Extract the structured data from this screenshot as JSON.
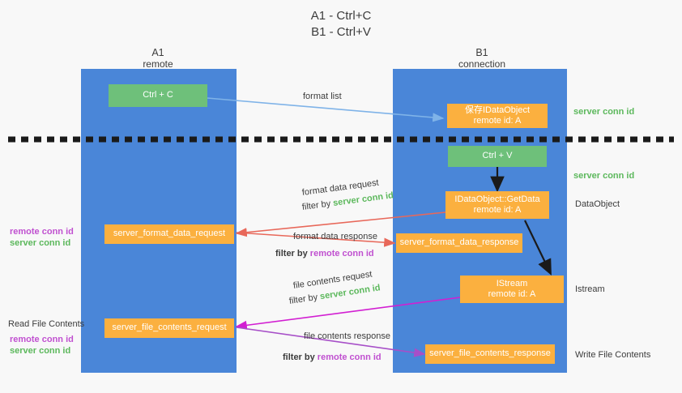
{
  "title": {
    "line1": "A1 - Ctrl+C",
    "line2": "B1 - Ctrl+V"
  },
  "lanes": [
    {
      "id": "a1",
      "name": "A1",
      "sub": "remote"
    },
    {
      "id": "b1",
      "name": "B1",
      "sub": "connection"
    }
  ],
  "colors": {
    "lane": "#4a86d8",
    "green_box": "#6ec07a",
    "orange_box": "#fbb03f",
    "server_conn": "#5cb85c",
    "remote_conn": "#c050d0",
    "arrow_blue": "#7fb3e8",
    "arrow_red": "#e8685a",
    "arrow_magenta": "#d21fd2",
    "arrow_purple": "#a74fc8",
    "arrow_black": "#1a1a1a",
    "text": "#3c3c3c",
    "background": "#f8f8f8"
  },
  "boxes": {
    "ctrl_c": {
      "label": "Ctrl + C"
    },
    "ctrl_v": {
      "label": "Ctrl + V"
    },
    "idataobject_save": {
      "line1": "保存IDataObject",
      "line2": "remote id: A"
    },
    "idataobject_getdata": {
      "line1": "IDataObject::GetData",
      "line2": "remote id: A"
    },
    "istream": {
      "line1": "IStream",
      "line2": "remote id: A"
    },
    "server_format_data_request": {
      "label": "server_format_data_request"
    },
    "server_format_data_response": {
      "label": "server_format_data_response"
    },
    "server_file_contents_request": {
      "label": "server_file_contents_request"
    },
    "server_file_contents_response": {
      "label": "server_file_contents_response"
    }
  },
  "right_labels": {
    "server_conn_id_1": "server conn id",
    "server_conn_id_2": "server conn id",
    "dataobject": "DataObject",
    "istream": "Istream",
    "write_file_contents": "Write File Contents"
  },
  "left_labels": {
    "remote_conn_id_1": "remote conn id",
    "server_conn_id_1": "server conn id",
    "read_file_contents": "Read File Contents",
    "remote_conn_id_2": "remote conn id",
    "server_conn_id_2": "server conn id"
  },
  "arrow_labels": {
    "format_list": "format list",
    "format_data_request": "format data request",
    "format_data_request_filter_prefix": "filter by ",
    "format_data_request_filter_value": "server conn id",
    "format_data_response": "format data response",
    "format_data_response_filter_prefix": "filter by ",
    "format_data_response_filter_value": "remote conn id",
    "file_contents_request": "file contents request",
    "file_contents_request_filter_prefix": "filter by ",
    "file_contents_request_filter_value": "server conn id",
    "file_contents_response": "file contents response",
    "file_contents_response_filter_prefix": "filter by ",
    "file_contents_response_filter_value": "remote conn id"
  }
}
